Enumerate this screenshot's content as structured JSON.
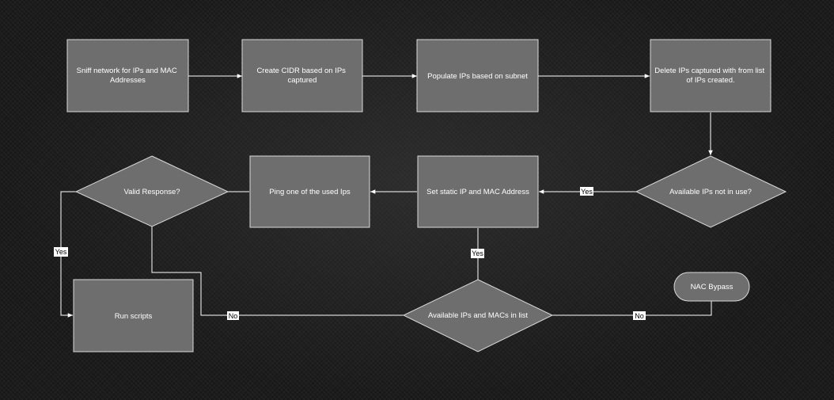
{
  "nodes": {
    "sniff": {
      "label_lines": [
        "Sniff network for IPs and MAC",
        "Addresses"
      ]
    },
    "cidr": {
      "label_lines": [
        "Create CIDR based on IPs",
        "captured"
      ]
    },
    "populate": {
      "label_lines": [
        "Populate IPs based on subnet"
      ]
    },
    "delete": {
      "label_lines": [
        "Delete IPs captured with from list",
        "of IPs created."
      ]
    },
    "available_not_in_use": {
      "label_lines": [
        "Available IPs not in use?"
      ]
    },
    "set_static": {
      "label_lines": [
        "Set static IP and MAC Address"
      ]
    },
    "ping": {
      "label_lines": [
        "Ping one of the used Ips"
      ]
    },
    "valid_response": {
      "label_lines": [
        "Valid Response?"
      ]
    },
    "run_scripts": {
      "label_lines": [
        "Run scripts"
      ]
    },
    "available_macs": {
      "label_lines": [
        "Available IPs and MACs in list"
      ]
    },
    "nac_bypass": {
      "label_lines": [
        "NAC Bypass"
      ]
    }
  },
  "edge_labels": {
    "yes_available_to_static": "Yes",
    "yes_static_to_list": "Yes",
    "yes_valid_to_run": "Yes",
    "no_valid_to_list": "No",
    "no_list_to_nac": "No"
  },
  "colors": {
    "shape_fill": "#6e6e6e",
    "shape_border": "#d9d9d9",
    "connector": "#ffffff",
    "text": "#ffffff"
  }
}
